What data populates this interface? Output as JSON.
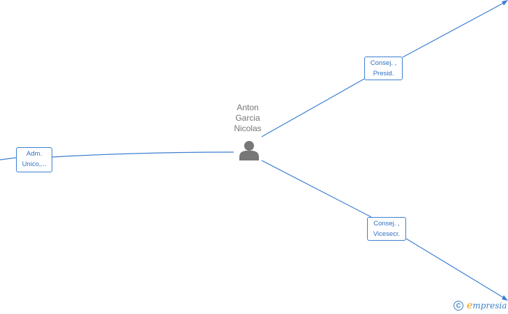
{
  "person": {
    "name_lines": [
      "Anton",
      "Garcia",
      "Nicolas"
    ],
    "icon": "person-icon"
  },
  "roles": [
    {
      "id": "adm",
      "lines": [
        "Adm.",
        "Unico,..."
      ]
    },
    {
      "id": "presid",
      "lines": [
        "Consej. ,",
        "Presid."
      ]
    },
    {
      "id": "vicesecr",
      "lines": [
        "Consej. ,",
        "Vicesecr."
      ]
    }
  ],
  "brand": {
    "copyright_symbol": "C",
    "first_letter": "e",
    "rest": "mpresia"
  },
  "colors": {
    "edge": "#3c7fd1",
    "label_text": "#2f6fc0",
    "person_icon": "#777777",
    "brand_accent": "#f39200"
  }
}
